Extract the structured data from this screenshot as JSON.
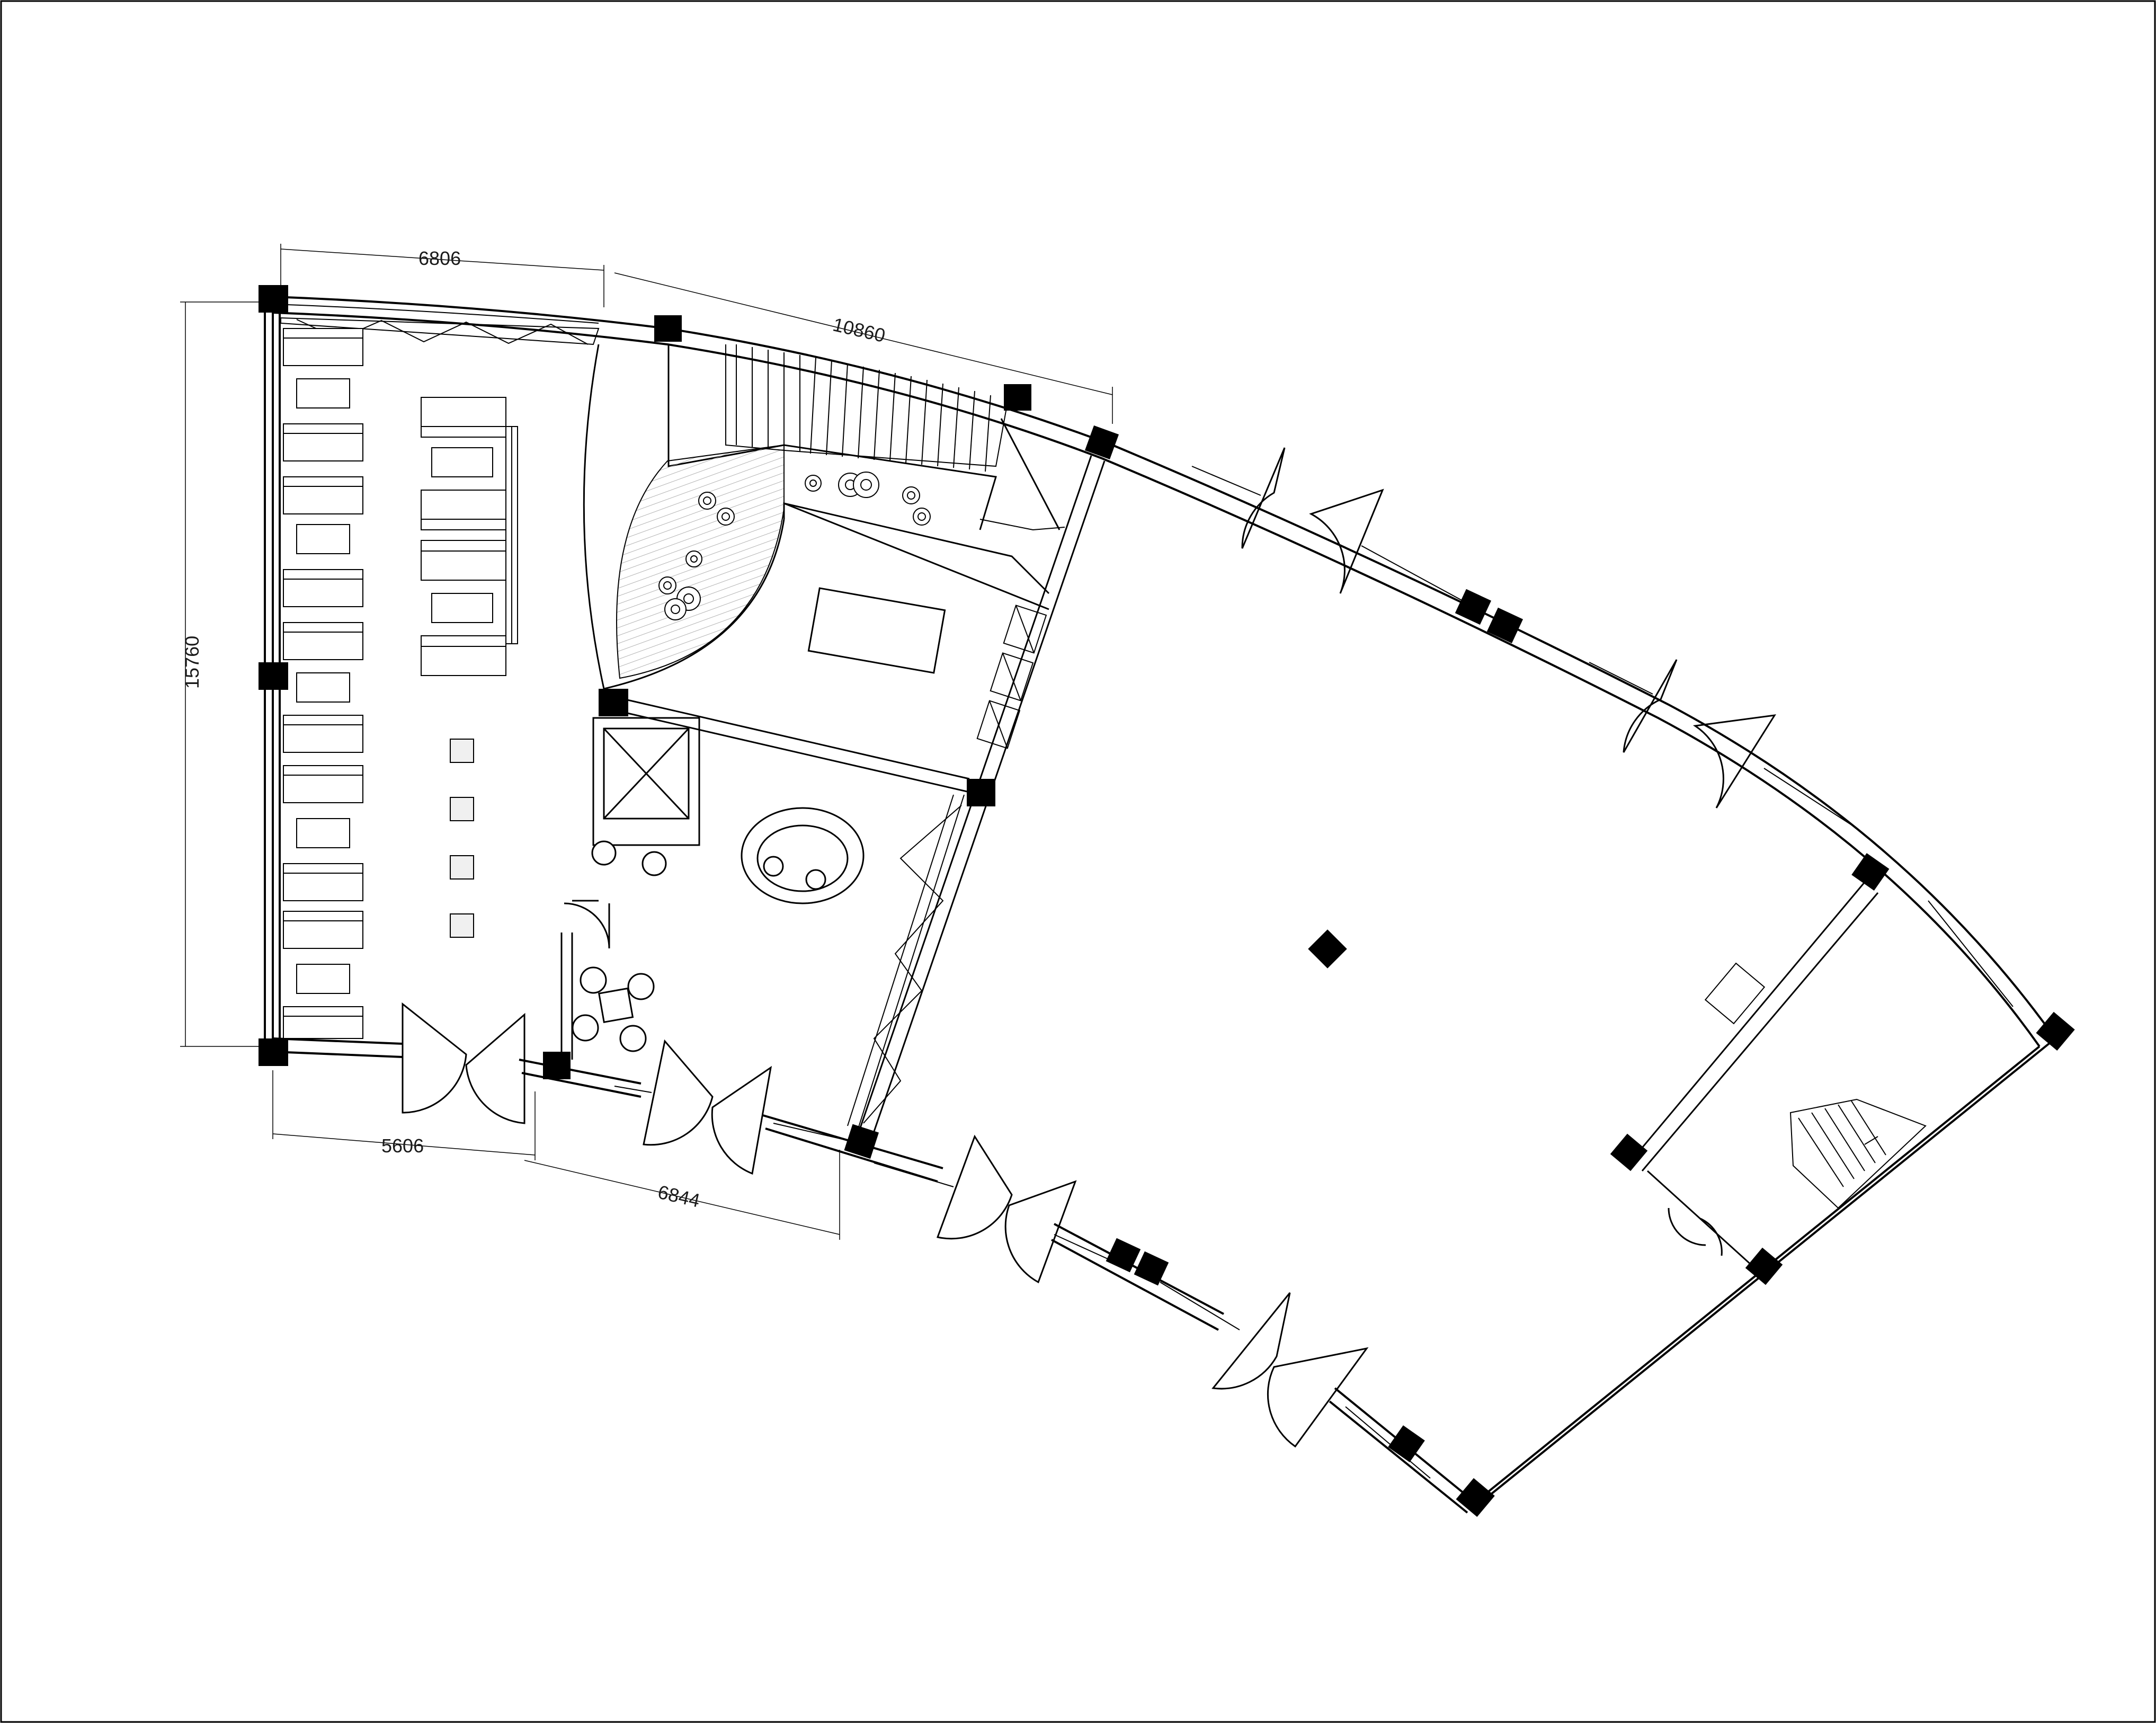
{
  "drawing": {
    "line_color": "#000000",
    "background": "#ffffff"
  },
  "dimensions": {
    "top_left_width": "6806",
    "top_right_width": "10860",
    "left_height": "15760",
    "bottom_left_width": "5606",
    "bottom_right_width": "6844"
  }
}
